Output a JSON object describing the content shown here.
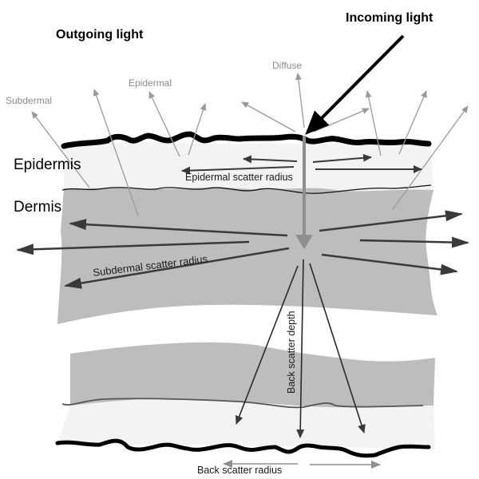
{
  "diagram": {
    "title_outgoing": "Outgoing light",
    "title_incoming": "Incoming light",
    "layers": {
      "epidermis": "Epidermis",
      "dermis": "Dermis"
    },
    "outgoing_labels": {
      "subdermal": "Subdermal",
      "epidermal": "Epidermal",
      "diffuse": "Diffuse"
    },
    "measurements": {
      "epidermal_scatter_radius": "Epidermal scatter radius",
      "subdermal_scatter_radius": "Subdermal scatter radius",
      "back_scatter_depth": "Back scatter depth",
      "back_scatter_radius": "Back scatter radius"
    },
    "colors": {
      "epidermis_fill": "#f3f3f3",
      "dermis_fill": "#bdbdbd",
      "outline": "#000000",
      "outgoing_arrow": "#9a9a9a",
      "scatter_arrow": "#3a3a3a"
    }
  }
}
